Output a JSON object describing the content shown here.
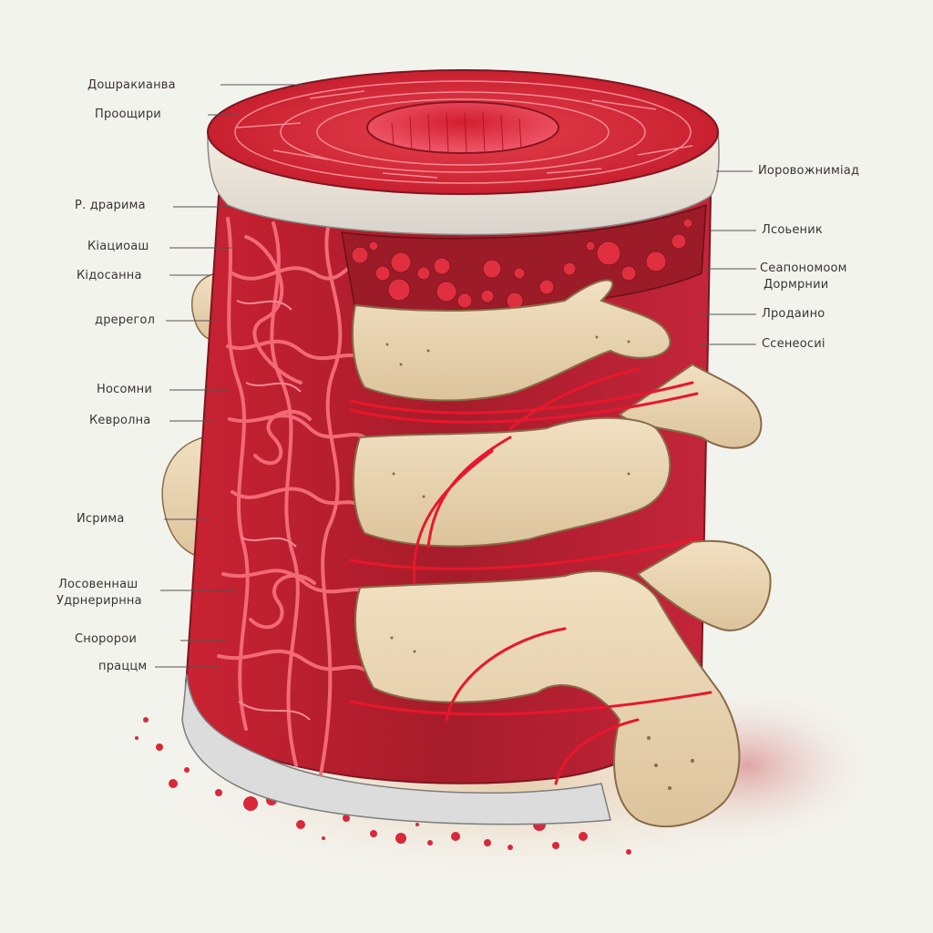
{
  "colors": {
    "background": "#f3f3ee",
    "tissue_red": "#d8283a",
    "tissue_dark": "#8f1a24",
    "bone": "#e8d4b0",
    "leader": "#555050"
  },
  "labels_left": [
    {
      "id": "l1",
      "text": "Дошракианва"
    },
    {
      "id": "l2",
      "text": "Проощири"
    },
    {
      "id": "l3",
      "text": "Р. драрима"
    },
    {
      "id": "l4",
      "text": "Кіациоаш"
    },
    {
      "id": "l5",
      "text": "Кідосанна"
    },
    {
      "id": "l6",
      "text": "дререгол"
    },
    {
      "id": "l7",
      "text": "Носомни"
    },
    {
      "id": "l8",
      "text": "Кевролна"
    },
    {
      "id": "l9",
      "text": "Исрима"
    },
    {
      "id": "l10",
      "text": "Лосовеннаш"
    },
    {
      "id": "l11",
      "text": "Удрнерирнна"
    },
    {
      "id": "l12",
      "text": "Сноророи"
    },
    {
      "id": "l13",
      "text": "праццм"
    }
  ],
  "labels_right": [
    {
      "id": "r1",
      "text": "Иоровожниміад"
    },
    {
      "id": "r2",
      "text": "Лсоьеник"
    },
    {
      "id": "r3",
      "text": "Сеапономоом"
    },
    {
      "id": "r4",
      "text": "Дормрнии"
    },
    {
      "id": "r5",
      "text": "Лродаино"
    },
    {
      "id": "r6",
      "text": "Ссенеосиі"
    }
  ]
}
